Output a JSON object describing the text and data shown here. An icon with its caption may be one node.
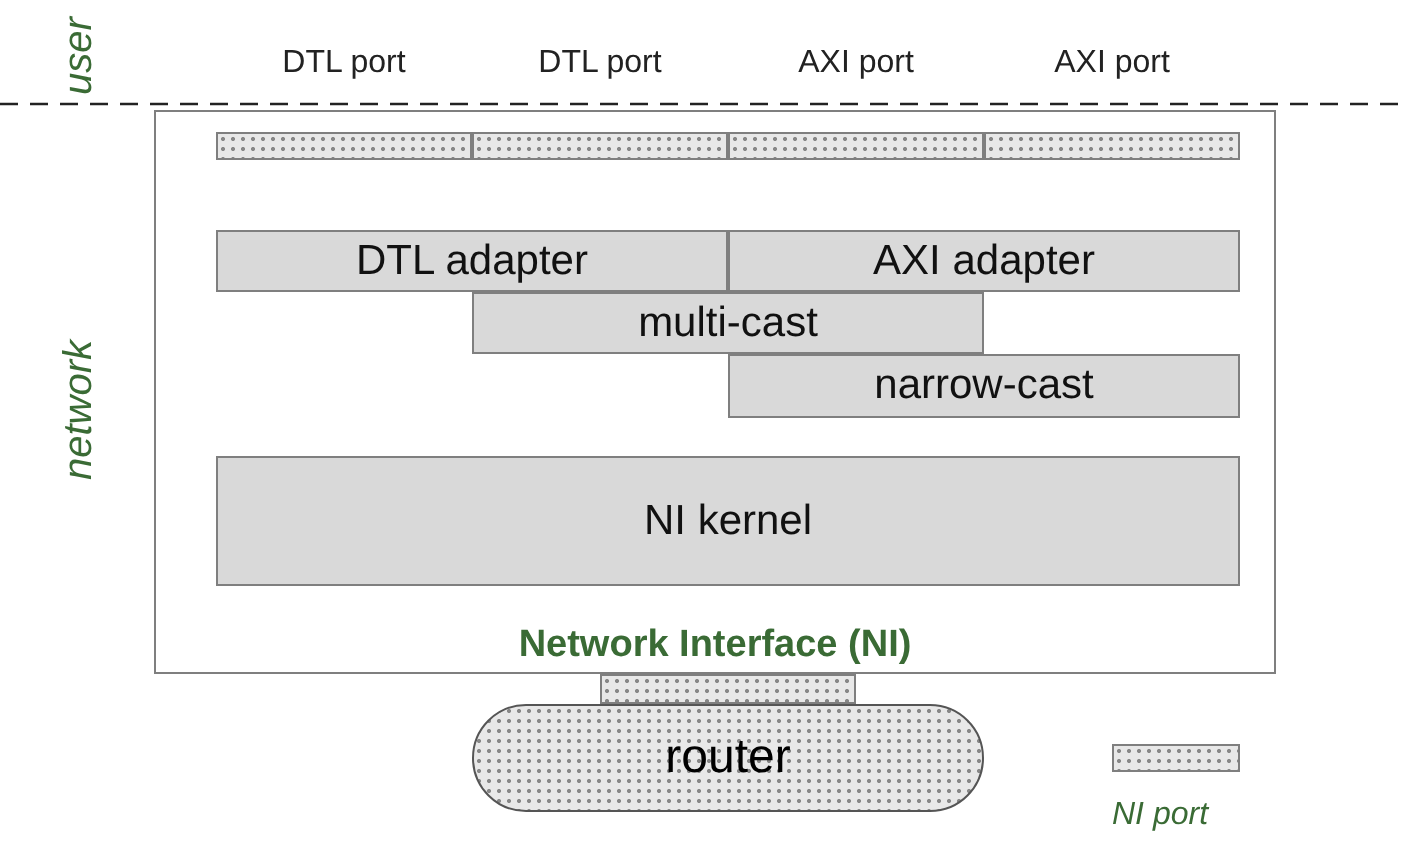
{
  "diagram": {
    "nodes": [
      {
        "text": [
          "Network Interface (NI)"
        ]
      },
      {
        "text": [
          "DTL adapter"
        ],
        "in": 0
      },
      {
        "text": [
          "AXI adapter"
        ],
        "in": 0
      },
      {
        "text": [
          "multi-cast"
        ],
        "in": 0
      },
      {
        "text": [
          "narrow-cast"
        ],
        "in": 0
      },
      {
        "text": [
          "NI kernel"
        ],
        "in": 0
      },
      {
        "text": [
          "DTL port"
        ],
        "in": 0
      },
      {
        "text": [
          "DTL port"
        ],
        "in": 0
      },
      {
        "text": [
          "AXI port"
        ],
        "in": 0
      },
      {
        "text": [
          "AXI port"
        ],
        "in": 0
      },
      {
        "text": [],
        "shape": "bar"
      },
      {
        "text": [
          "router"
        ]
      }
    ],
    "edges": [],
    "labels": [
      "user",
      "network"
    ],
    "legend": [
      {
        "text": "NI port"
      }
    ]
  }
}
